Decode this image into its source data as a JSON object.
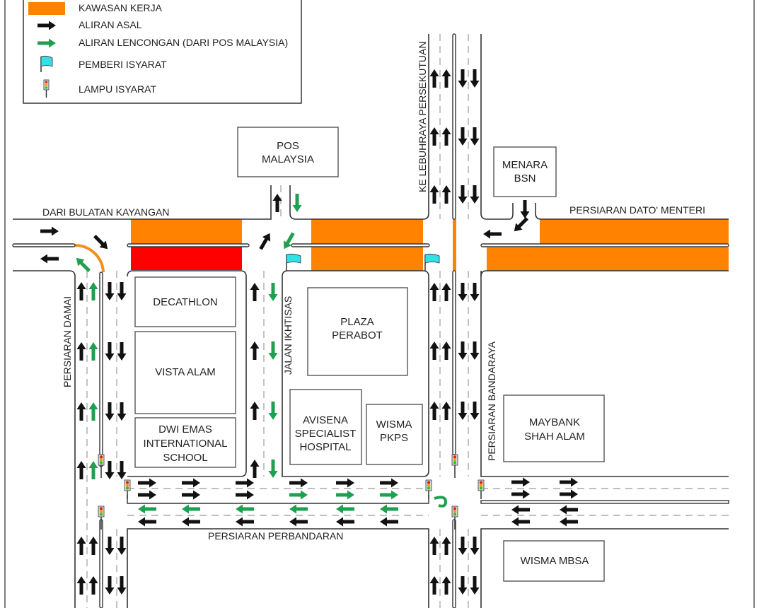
{
  "legend": {
    "items": [
      {
        "icon": "work-zone-swatch",
        "label": "KAWASAN KERJA"
      },
      {
        "icon": "black-arrow-icon",
        "label": "ALIRAN ASAL"
      },
      {
        "icon": "green-arrow-icon",
        "label": "ALIRAN LENCONGAN (DARI POS MALAYSIA)"
      },
      {
        "icon": "flag-icon",
        "label": "PEMBERI ISYARAT"
      },
      {
        "icon": "traffic-light-icon",
        "label": "LAMPU ISYARAT"
      }
    ]
  },
  "colors": {
    "work_zone": "#ff8200",
    "closed_zone": "#ff0000",
    "original_flow": "#111111",
    "detour_flow": "#1fa050",
    "flag": "#33e0e8"
  },
  "roads": {
    "bulatan_kayangan": "DARI BULATAN KAYANGAN",
    "dato_menteri": "PERSIARAN DATO' MENTERI",
    "lebuhraya": "KE LEBUHRAYA PERSEKUTUAN",
    "damai": "PERSIARAN DAMAI",
    "ikhtisas": "JALAN IKHTISAS",
    "bandaraya": "PERSIARAN BANDARAYA",
    "perbandaran": "PERSIARAN PERBANDARAN"
  },
  "buildings": {
    "pos_malaysia": [
      "POS",
      "MALAYSIA"
    ],
    "menara_bsn": [
      "MENARA",
      "BSN"
    ],
    "decathlon": [
      "DECATHLON"
    ],
    "vista_alam": [
      "VISTA ALAM"
    ],
    "dwi_emas": [
      "DWI EMAS",
      "INTERNATIONAL",
      "SCHOOL"
    ],
    "plaza_perabot": [
      "PLAZA",
      "PERABOT"
    ],
    "avisena": [
      "AVISENA",
      "SPECIALIST",
      "HOSPITAL"
    ],
    "wisma_pkps": [
      "WISMA",
      "PKPS"
    ],
    "maybank": [
      "MAYBANK",
      "SHAH ALAM"
    ],
    "wisma_mbsa": [
      "WISMA MBSA"
    ]
  }
}
